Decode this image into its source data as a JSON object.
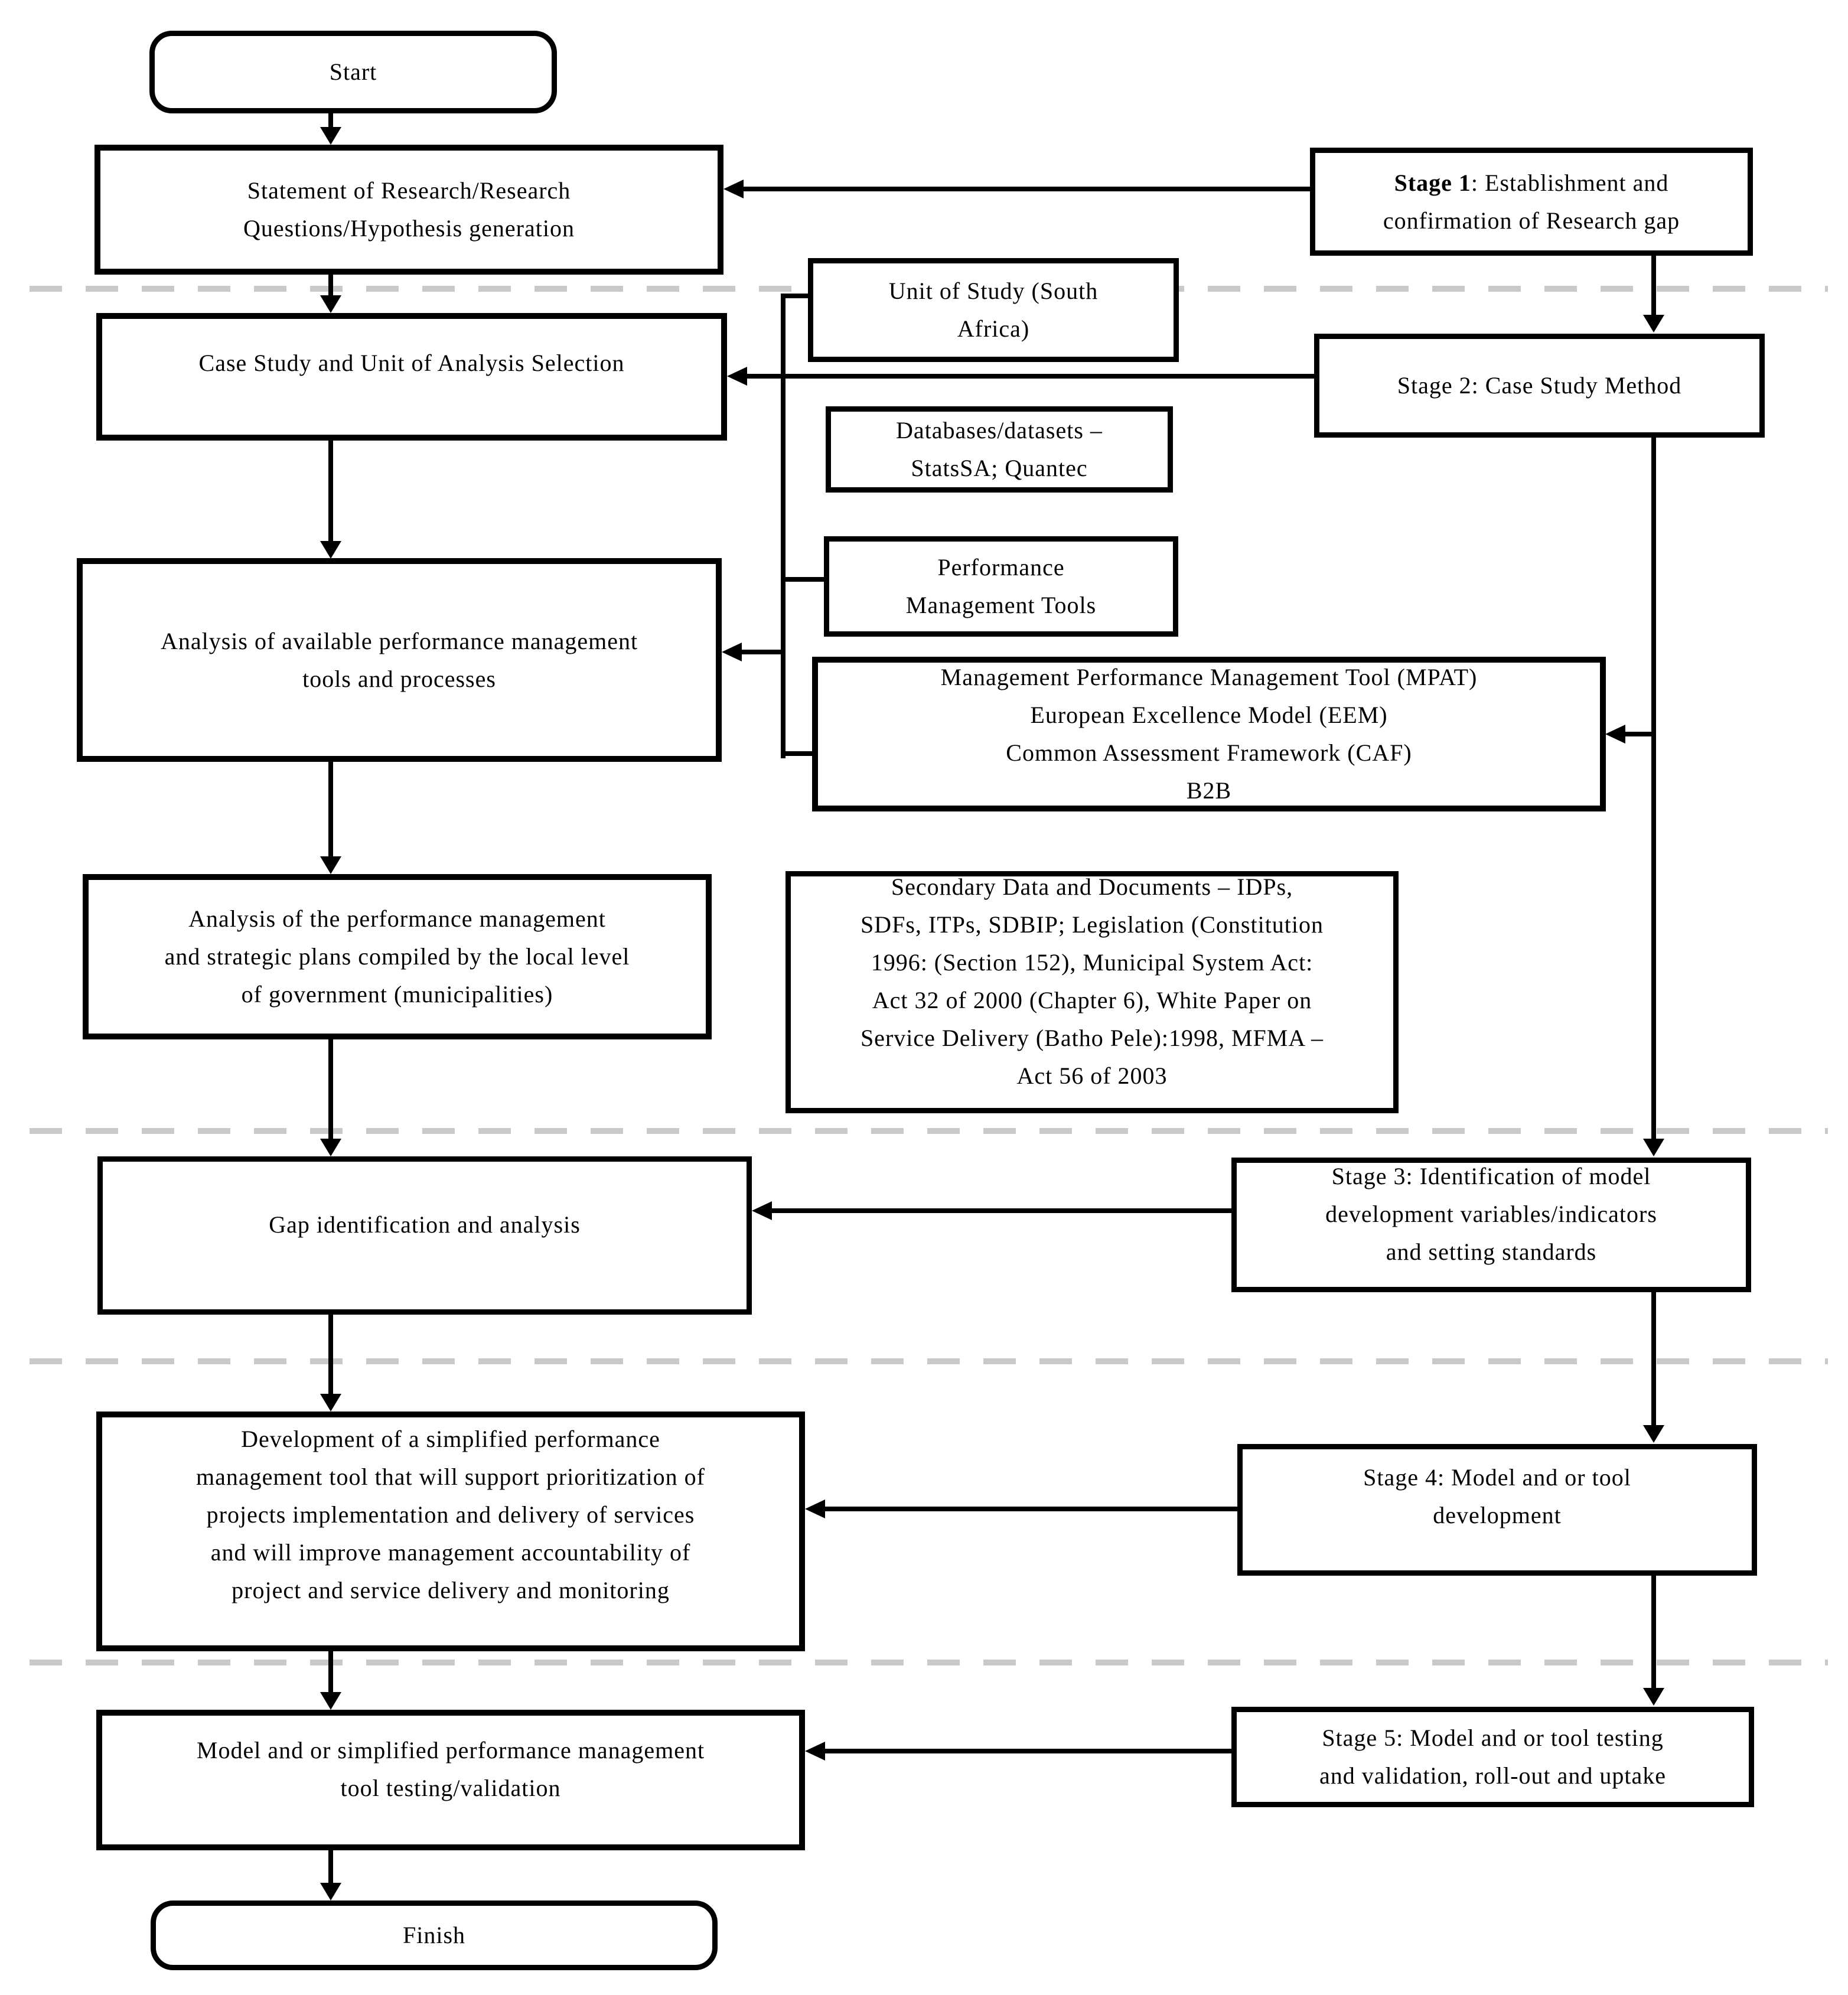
{
  "diagram": {
    "colors": {
      "line": "#000000",
      "dashed_separator": "#c9c9c9",
      "background": "#ffffff"
    },
    "nodes": {
      "start": {
        "lines": [
          "Start"
        ]
      },
      "statement": {
        "lines": [
          "Statement of Research/Research",
          "Questions/Hypothesis generation"
        ]
      },
      "case_study": {
        "lines": [
          "Case Study and Unit of Analysis Selection"
        ]
      },
      "analysis_tools": {
        "lines": [
          "Analysis of available performance management",
          "tools and processes"
        ]
      },
      "analysis_plans": {
        "lines": [
          "Analysis of the performance management",
          "and strategic plans compiled by the local level",
          "of government (municipalities)"
        ]
      },
      "gap": {
        "lines": [
          "Gap identification and analysis"
        ]
      },
      "development": {
        "lines": [
          "Development of a simplified performance",
          "management tool that will support prioritization of",
          "projects implementation and delivery of services",
          "and will improve management accountability of",
          "project and service delivery and monitoring"
        ]
      },
      "model_testing": {
        "lines": [
          "Model and or simplified performance management",
          "tool testing/validation"
        ]
      },
      "finish": {
        "lines": [
          "Finish"
        ]
      },
      "unit_of_study": {
        "lines": [
          "Unit of Study (South",
          "Africa)"
        ]
      },
      "databases": {
        "lines": [
          "Databases/datasets –",
          "StatsSA; Quantec"
        ]
      },
      "performance_tools": {
        "lines": [
          "Performance",
          "Management Tools"
        ]
      },
      "mpat": {
        "lines": [
          "Management Performance Management Tool (MPAT)",
          "European Excellence Model (EEM)",
          "Common Assessment Framework (CAF)",
          "B2B"
        ]
      },
      "secondary_data": {
        "lines": [
          "Secondary Data and Documents – IDPs,",
          "SDFs, ITPs, SDBIP; Legislation (Constitution",
          "1996: (Section 152), Municipal System Act:",
          "Act 32 of 2000 (Chapter 6), White Paper on",
          "Service Delivery (Batho Pele):1998, MFMA –",
          "Act 56 of 2003"
        ]
      },
      "stage1": {
        "bold": "Stage 1",
        "line1_rest": ": Establishment and",
        "line2": "confirmation of Research gap"
      },
      "stage2": {
        "lines": [
          "Stage 2: Case Study Method"
        ]
      },
      "stage3": {
        "lines": [
          "Stage 3: Identification of model",
          "development variables/indicators",
          "and setting standards"
        ]
      },
      "stage4": {
        "lines": [
          "Stage 4: Model and or tool",
          "development"
        ]
      },
      "stage5": {
        "lines": [
          "Stage 5: Model and or tool testing",
          "and validation, roll-out and uptake"
        ]
      }
    }
  }
}
